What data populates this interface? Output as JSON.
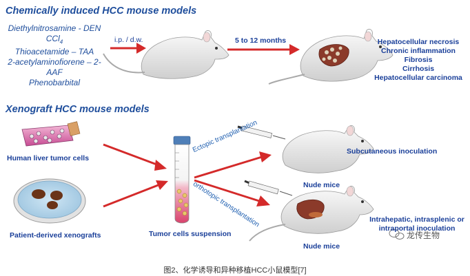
{
  "chem": {
    "title": "Chemically induced HCC mouse models",
    "drugs": [
      "Diethylnitrosamine - DEN",
      "CCl",
      "Thioacetamide – TAA",
      "2-acetylaminofiorene – 2-",
      "AAF",
      "Phenobarbital"
    ],
    "ccl_sub": "4",
    "route": "i.p. / d.w.",
    "duration": "5 to 12 months",
    "outcomes": [
      "Hepatocellular necrosis",
      "Chronic inflammation",
      "Fibrosis",
      "Cirrhosis",
      "Hepatocellular carcinoma"
    ]
  },
  "xeno": {
    "title": "Xenograft HCC mouse models",
    "source1": "Human liver tumor cells",
    "source2": "Patient-derived xenografts",
    "suspension": "Tumor cells suspension",
    "route1": "Ectopic transplantation",
    "route2": "orthotopic transplantation",
    "result1": "Subcutaneous inoculation",
    "result2_line1": "Intrahepatic, intrasplenic or",
    "result2_line2": "intraportal inoculation",
    "mice1": "Nude mice",
    "mice2": "Nude mice"
  },
  "watermark": "龙传生物",
  "caption": "图2、化学诱导和异种移植HCC小鼠模型[7]",
  "colors": {
    "title_blue": "#1f4e9c",
    "arrow_red": "#d42a2a",
    "liver_brown": "#8b3a2a"
  }
}
